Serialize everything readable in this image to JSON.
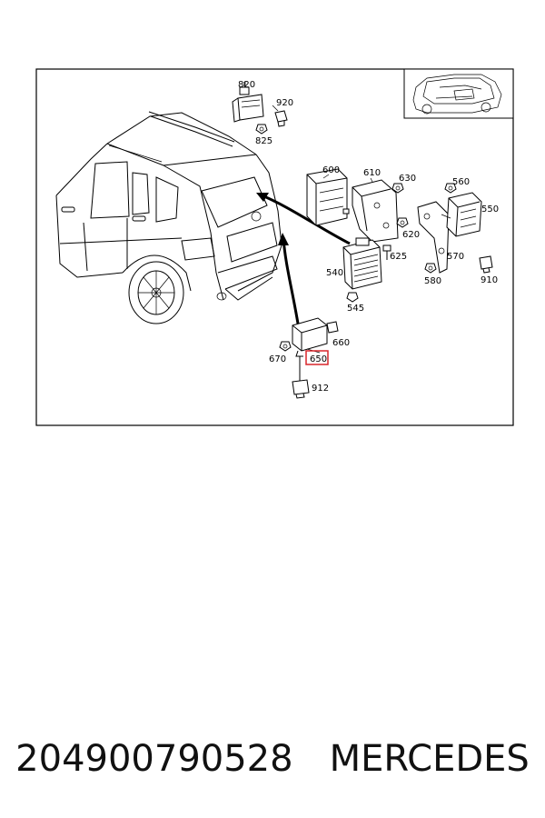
{
  "labels": {
    "p820": "820",
    "p920": "920",
    "p825": "825",
    "p600": "600",
    "p610": "610",
    "p630": "630",
    "p560": "560",
    "p550": "550",
    "p620": "620",
    "p625": "625",
    "p570": "570",
    "p540": "540",
    "p580": "580",
    "p910": "910",
    "p545": "545",
    "p660": "660",
    "p670": "670",
    "p650": "650",
    "p912": "912"
  },
  "highlight_color": "#d9262b",
  "caption": {
    "part_number": "204900790528",
    "brand": "MERCEDES"
  }
}
